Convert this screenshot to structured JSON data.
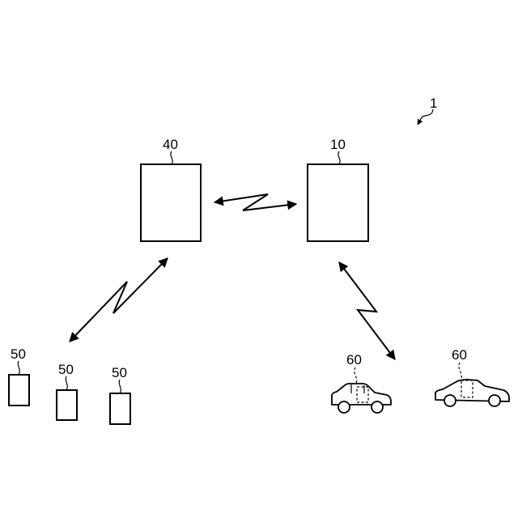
{
  "system": {
    "reference_label": "1"
  },
  "nodes": {
    "server_10": {
      "label": "10"
    },
    "server_40": {
      "label": "40"
    }
  },
  "terminals": [
    {
      "label": "50"
    },
    {
      "label": "50"
    },
    {
      "label": "50"
    }
  ],
  "vehicles": [
    {
      "label": "60",
      "kind": "sedan"
    },
    {
      "label": "60",
      "kind": "sports-car"
    }
  ],
  "links": [
    {
      "from": "40",
      "to": "10",
      "style": "wireless-bidirectional"
    },
    {
      "from": "40",
      "to": "50",
      "style": "wireless-bidirectional"
    },
    {
      "from": "10",
      "to": "60",
      "style": "wireless-bidirectional"
    }
  ]
}
